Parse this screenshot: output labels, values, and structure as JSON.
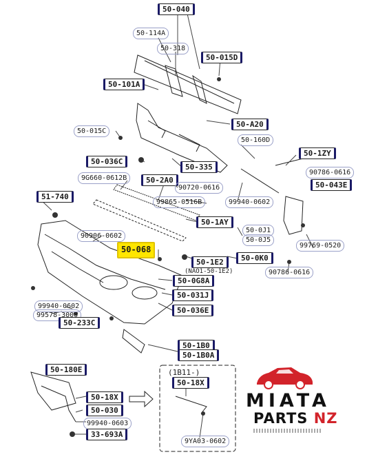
{
  "diagram": {
    "part_labels": [
      "50-040",
      "50-114A",
      "50-318",
      "50-015D",
      "50-101A",
      "50-015C",
      "50-A20",
      "50-160D",
      "50-1ZY",
      "50-036C",
      "50-335",
      "90786-0616",
      "9G660-0612B",
      "50-2A0",
      "50-043E",
      "90720-0616",
      "51-740",
      "99865-0516B",
      "99940-0602",
      "50-1AY",
      "50-0J1",
      "50-0J5",
      "90906-0602",
      "50-068",
      "99769-0520",
      "50-1E2",
      "50-0K0",
      "50-0G8A",
      "90786-0616",
      "50-031J",
      "99940-0602",
      "99578-3000",
      "50-036E",
      "50-233C",
      "50-1B0",
      "50-1B0A",
      "50-180E",
      "50-18X",
      "50-030",
      "99940-0603",
      "33-693A",
      "50-18X",
      "9YA03-0602"
    ],
    "highlighted_part": "50-068",
    "note_nao": "(NAO1-50-1E2)",
    "variant_note": "(1B11-)"
  },
  "brand": {
    "name_line1": "MIATA",
    "name_line2_a": "PARTS",
    "name_line2_b": "NZ",
    "accent_color": "#d2232a"
  }
}
